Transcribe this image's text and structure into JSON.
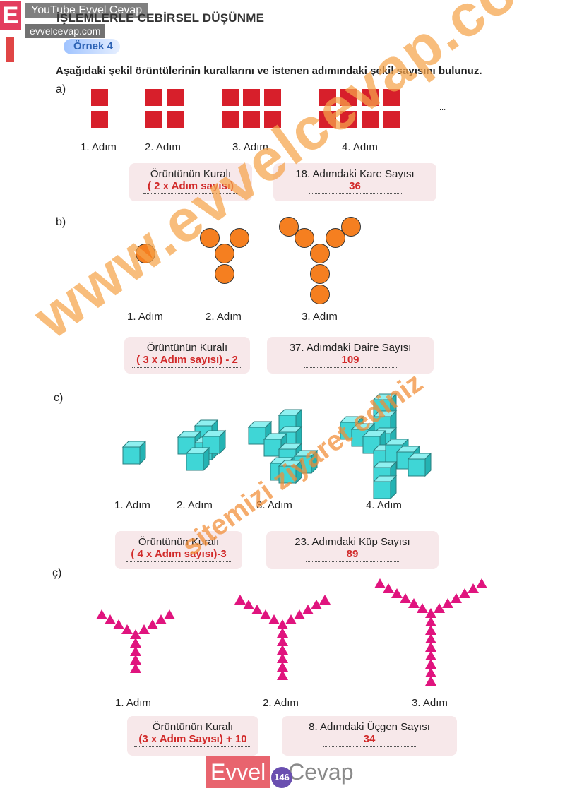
{
  "watermark_top": {
    "letter": "E",
    "youtube": "YouTube Evvel Cevap",
    "site": "evvelcevap.com"
  },
  "header": {
    "title": "İŞLEMLERLE CEBİRSEL DÜŞÜNME",
    "example": "Örnek 4"
  },
  "instruction": "Aşağıdaki şekil örüntülerinin kurallarını ve istenen adımındaki şekil sayısını bulunuz.",
  "parts": [
    {
      "letter": "a)",
      "steps": [
        "1. Adım",
        "2. Adım",
        "3. Adım",
        "4. Adım"
      ],
      "ellipsis": "...",
      "rule_title": "Örüntünün Kuralı",
      "rule_value": "( 2 x Adım sayısı)",
      "question_title": "18. Adımdaki Kare Sayısı",
      "question_value": "36"
    },
    {
      "letter": "b)",
      "steps": [
        "1. Adım",
        "2. Adım",
        "3. Adım"
      ],
      "rule_title": "Örüntünün Kuralı",
      "rule_value": "( 3 x Adım sayısı) - 2",
      "question_title": "37. Adımdaki Daire Sayısı",
      "question_value": "109"
    },
    {
      "letter": "c)",
      "steps": [
        "1. Adım",
        "2. Adım",
        "3. Adım",
        "4. Adım"
      ],
      "rule_title": "Örüntünün Kuralı",
      "rule_value": "( 4 x Adım sayısı)-3",
      "question_title": "23. Adımdaki Küp Sayısı",
      "question_value": "89"
    },
    {
      "letter": "ç)",
      "steps": [
        "1. Adım",
        "2. Adım",
        "3. Adım"
      ],
      "rule_title": "Örüntünün Kuralı",
      "rule_value": "(3 x Adım Sayısı) + 10",
      "question_title": "8. Adımdaki Üçgen Sayısı",
      "question_value": "34"
    }
  ],
  "watermark": {
    "main": "www.evvelcevap.com",
    "sub": "sitemizi ziyaret ediniz"
  },
  "footer": {
    "left": "Evvel",
    "right": "Cevap",
    "page": "146"
  },
  "colors": {
    "square": "#d71f2b",
    "circle": "#f57f20",
    "cube": "#3fd6d6",
    "triangle": "#e0147e",
    "answer": "#d12a2a",
    "box": "#f7e8ea"
  }
}
